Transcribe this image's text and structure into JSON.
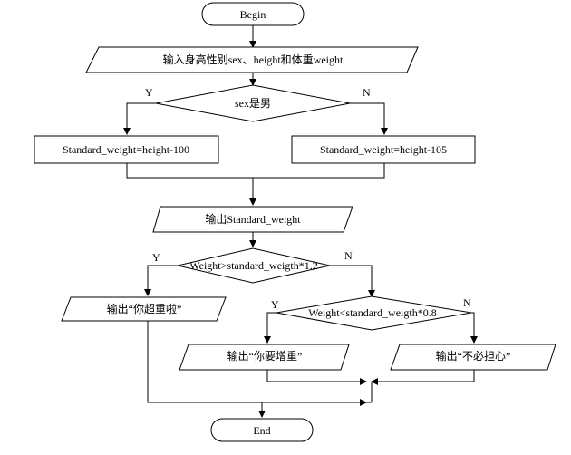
{
  "flowchart": {
    "begin": "Begin",
    "input": "输入身高性别sex、height和体重weight",
    "decision_sex": "sex是男",
    "decision_sex_yes": "Y",
    "decision_sex_no": "N",
    "calc_male": "Standard_weight=height-100",
    "calc_female": "Standard_weight=height-105",
    "output_standard": "输出Standard_weight",
    "decision_heavy": "Weight>standard_weigth*1.2",
    "decision_heavy_yes": "Y",
    "decision_heavy_no": "N",
    "output_overweight": "输出“你超重啦”",
    "decision_light": "Weight<standard_weigth*0.8",
    "decision_light_yes": "Y",
    "decision_light_no": "N",
    "output_gain": "输出“你要增重”",
    "output_ok": "输出“不必担心”",
    "end": "End"
  }
}
